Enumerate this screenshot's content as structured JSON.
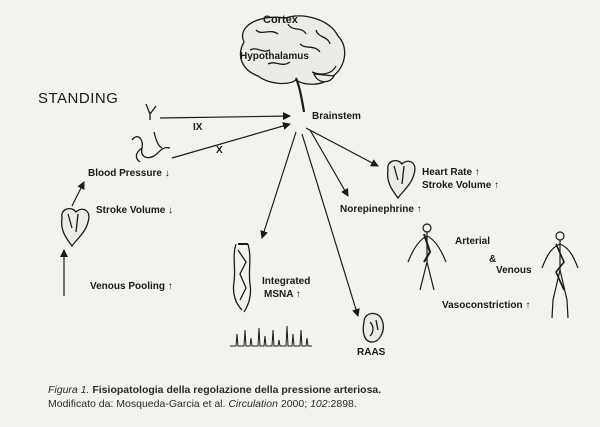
{
  "diagram": {
    "labels": {
      "cortex": "Cortex",
      "hypothalamus": "Hypothalamus",
      "brainstem": "Brainstem",
      "standing": "STANDING",
      "nerve_ix": "IX",
      "nerve_x": "X",
      "blood_pressure": "Blood Pressure ↓",
      "stroke_volume_left": "Stroke Volume ↓",
      "venous_pooling": "Venous Pooling ↑",
      "heart_rate": "Heart Rate ↑",
      "stroke_volume_right": "Stroke Volume ↑",
      "norepinephrine": "Norepinephrine ↑",
      "arterial": "Arterial",
      "ampersand": "&",
      "venous": "Venous",
      "vasoconstriction": "Vasoconstriction ↑",
      "integrated": "Integrated",
      "msna": "MSNA ↑",
      "raas": "RAAS"
    },
    "icons": [
      "brain-icon",
      "carotid-baroreceptor-icon",
      "heart-icon",
      "leg-vessels-icon",
      "kidney-icon",
      "arterial-tree-icon",
      "venous-tree-icon",
      "msna-trace-icon"
    ]
  },
  "caption": {
    "figure_label": "Figura 1.",
    "title": " Fisiopatologia della regolazione della pressione arteriosa.",
    "source_prefix": "Modificato da: Mosqueda-Garcia et al. ",
    "journal": "Circulation",
    "year": " 2000; ",
    "volume": "102",
    "pages": ":2898."
  }
}
